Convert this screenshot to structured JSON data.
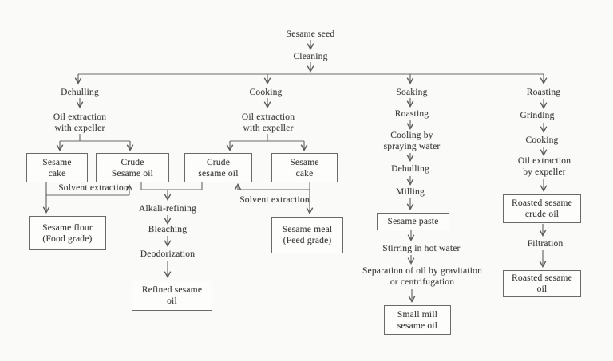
{
  "figure": {
    "description": "Sesame seed processing flowchart"
  },
  "colors": {
    "background": "#fafaf8",
    "line": "#6a6a6a",
    "text": "#3d3d3d",
    "box_border": "#6a6a6a"
  },
  "nodes": {
    "sesame_seed": "Sesame seed",
    "cleaning": "Cleaning",
    "c1_dehulling": "Dehulling",
    "c1_oil_extraction": "Oil extraction\nwith expeller",
    "c1_sesame_cake": "Sesame\ncake",
    "c1_crude_oil": "Crude\nSesame oil",
    "c1_solvent_extraction": "Solvent extraction",
    "c1_sesame_flour": "Sesame flour\n(Food grade)",
    "refining_alkali": "Alkali-refining",
    "refining_bleaching": "Bleaching",
    "refining_deodorization": "Deodorization",
    "refined_oil": "Refined sesame\noil",
    "c2_cooking": "Cooking",
    "c2_oil_extraction": "Oil extraction\nwith expeller",
    "c2_crude_oil": "Crude\nsesame oil",
    "c2_sesame_cake": "Sesame\ncake",
    "c2_solvent_extraction": "Solvent extraction",
    "c2_sesame_meal": "Sesame meal\n(Feed grade)",
    "c3_soaking": "Soaking",
    "c3_roasting": "Roasting",
    "c3_cooling": "Cooling by\nspraying water",
    "c3_dehulling": "Dehulling",
    "c3_milling": "Milling",
    "c3_sesame_paste": "Sesame paste",
    "c3_stirring": "Stirring in hot water",
    "c3_separation": "Separation of oil by gravitation\nor centrifugation",
    "c3_small_mill_oil": "Small mill\nsesame oil",
    "c4_roasting": "Roasting",
    "c4_grinding": "Grinding",
    "c4_cooking": "Cooking",
    "c4_oil_extraction": "Oil extraction\nby expeller",
    "c4_crude_oil": "Roasted sesame\ncrude oil",
    "c4_filtration": "Filtration",
    "c4_roasted_oil": "Roasted sesame\noil"
  }
}
